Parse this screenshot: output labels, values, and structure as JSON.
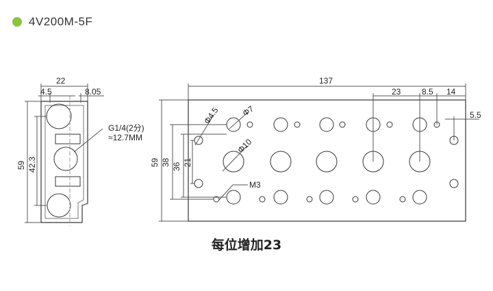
{
  "header": {
    "model": "4V200M-5F",
    "accent_color": "#8cc63f"
  },
  "side_view": {
    "dims": {
      "width": "22",
      "left": "4.5",
      "right": "8.05",
      "height": "59",
      "port_pitch": "42.3"
    },
    "port_note_line1": "G1/4(2分)",
    "port_note_line2": "≈12.7MM"
  },
  "plan_view": {
    "dims": {
      "length": "137",
      "pitch": "23",
      "offset_a": "8.5",
      "offset_b": "14",
      "offset_c": "5.5",
      "height": "59",
      "h38": "38",
      "h36": "36",
      "h21": "21"
    },
    "hole_labels": {
      "d45": "Φ4.5",
      "d7": "Φ7",
      "d10": "Φ10",
      "m3": "M3"
    }
  },
  "footer": {
    "note": "每位增加23"
  }
}
